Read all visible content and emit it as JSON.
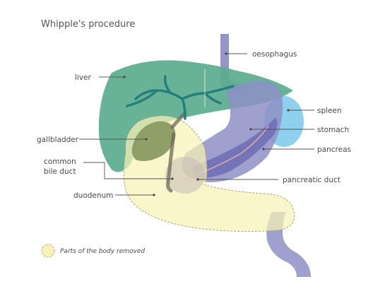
{
  "title": "Whipple's procedure",
  "labels": {
    "oesophagus": "oesophagus",
    "liver": "liver",
    "spleen": "spleen",
    "stomach": "stomach",
    "gallbladder": "gallbladder",
    "pancreas": "pancreas",
    "common_bile_duct_line1": "common",
    "common_bile_duct_line2": "bile duct",
    "pancreatic_duct": "pancreatic duct",
    "duodenum": "duodenum"
  },
  "legend": {
    "text": "Parts of the body removed"
  },
  "colors": {
    "liver": "#5bab8f",
    "stomach": "#8e8fc6",
    "spleen": "#8fd0ee",
    "removed_region": "#f7f2b7",
    "gallbladder": "#8a9a61",
    "bile_duct": "#267e7a"
  }
}
